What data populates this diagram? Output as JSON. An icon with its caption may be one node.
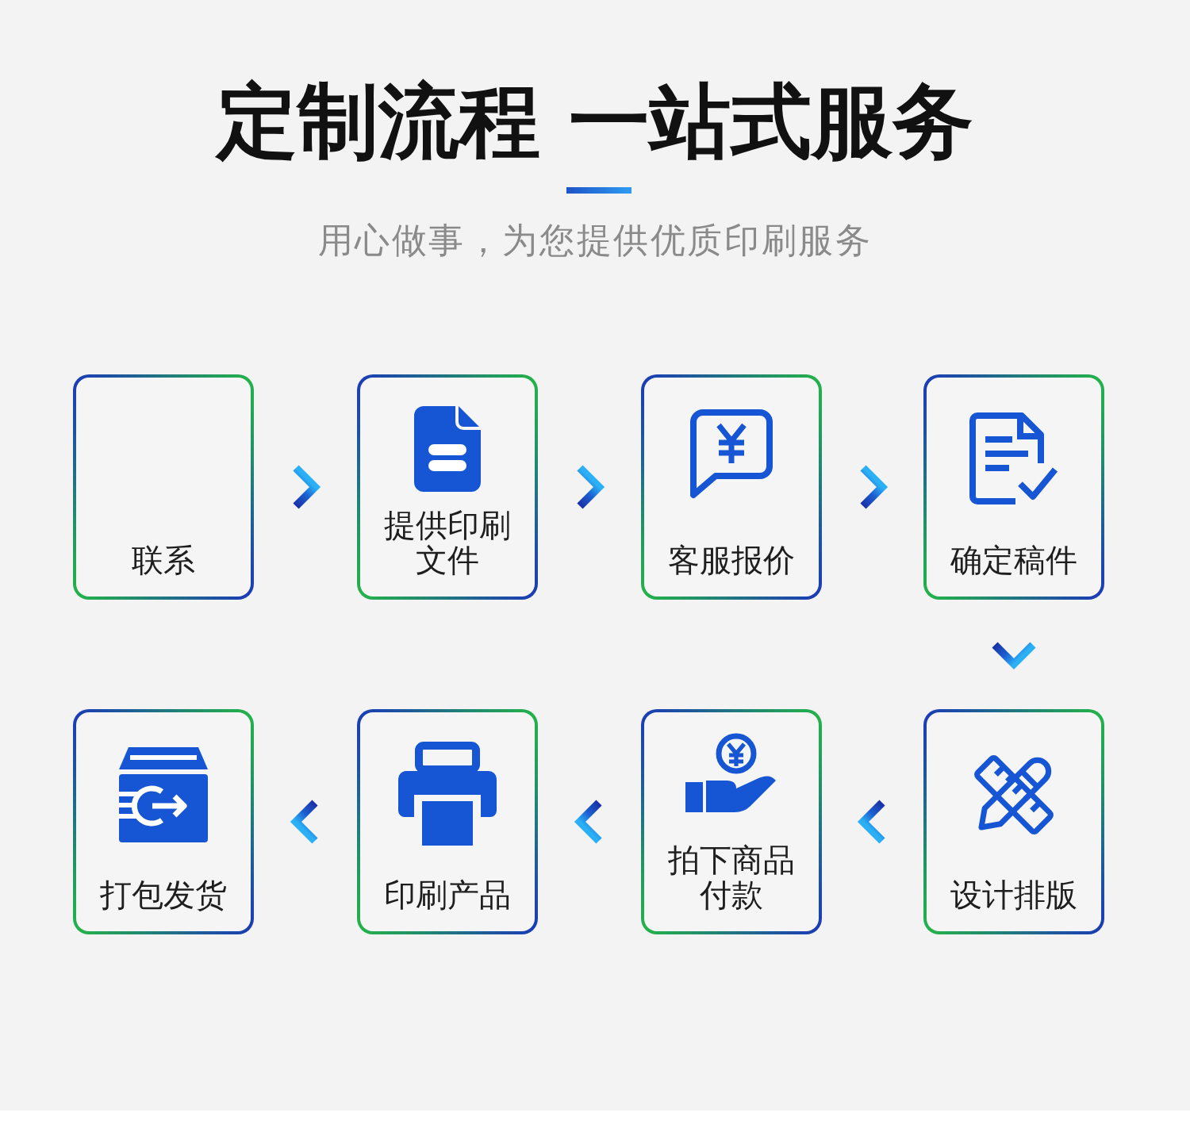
{
  "diagram": {
    "title": "定制流程 一站式服务",
    "nodes": [
      {
        "text": [
          "联系"
        ]
      },
      {
        "text": [
          "提供印刷文件"
        ]
      },
      {
        "text": [
          "客服报价"
        ]
      },
      {
        "text": [
          "确定稿件"
        ]
      },
      {
        "text": [
          "打包发货"
        ]
      },
      {
        "text": [
          "印刷产品"
        ]
      },
      {
        "text": [
          "拍下商品付款"
        ]
      },
      {
        "text": [
          "设计排版"
        ]
      }
    ],
    "edges": [
      {
        "from": 0,
        "to": 1,
        "arrow": "to"
      },
      {
        "from": 1,
        "to": 2,
        "arrow": "to"
      },
      {
        "from": 2,
        "to": 3,
        "arrow": "to"
      },
      {
        "from": 3,
        "to": 7,
        "arrow": "to"
      },
      {
        "from": 7,
        "to": 6,
        "arrow": "to"
      },
      {
        "from": 6,
        "to": 5,
        "arrow": "to"
      },
      {
        "from": 5,
        "to": 4,
        "arrow": "to"
      }
    ],
    "labels": [
      "用心做事，为您提供优质印刷服务"
    ]
  }
}
